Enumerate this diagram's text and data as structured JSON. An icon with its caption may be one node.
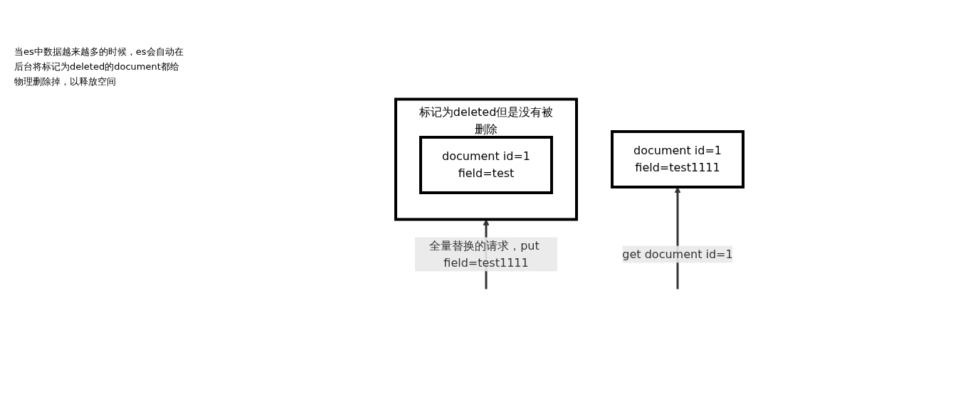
{
  "diagram": {
    "nodes": [
      {
        "text": [
          "标记为deleted但是没有被删除"
        ]
      },
      {
        "text": [
          "document id=1",
          "field=test"
        ],
        "in": 0
      },
      {
        "text": [
          "document id=1",
          "field=test1111"
        ]
      }
    ],
    "edges": [
      {
        "from": null,
        "to": 0,
        "arrow": "to",
        "label": "全量替换的请求，put field=test1111"
      },
      {
        "from": null,
        "to": 2,
        "arrow": "to",
        "label": "get document id=1"
      }
    ],
    "labels": [
      "当es中数据越来越多的时候，es会自动在后台将标记为deleted的document都给物理删除掉，以释放空间"
    ]
  }
}
